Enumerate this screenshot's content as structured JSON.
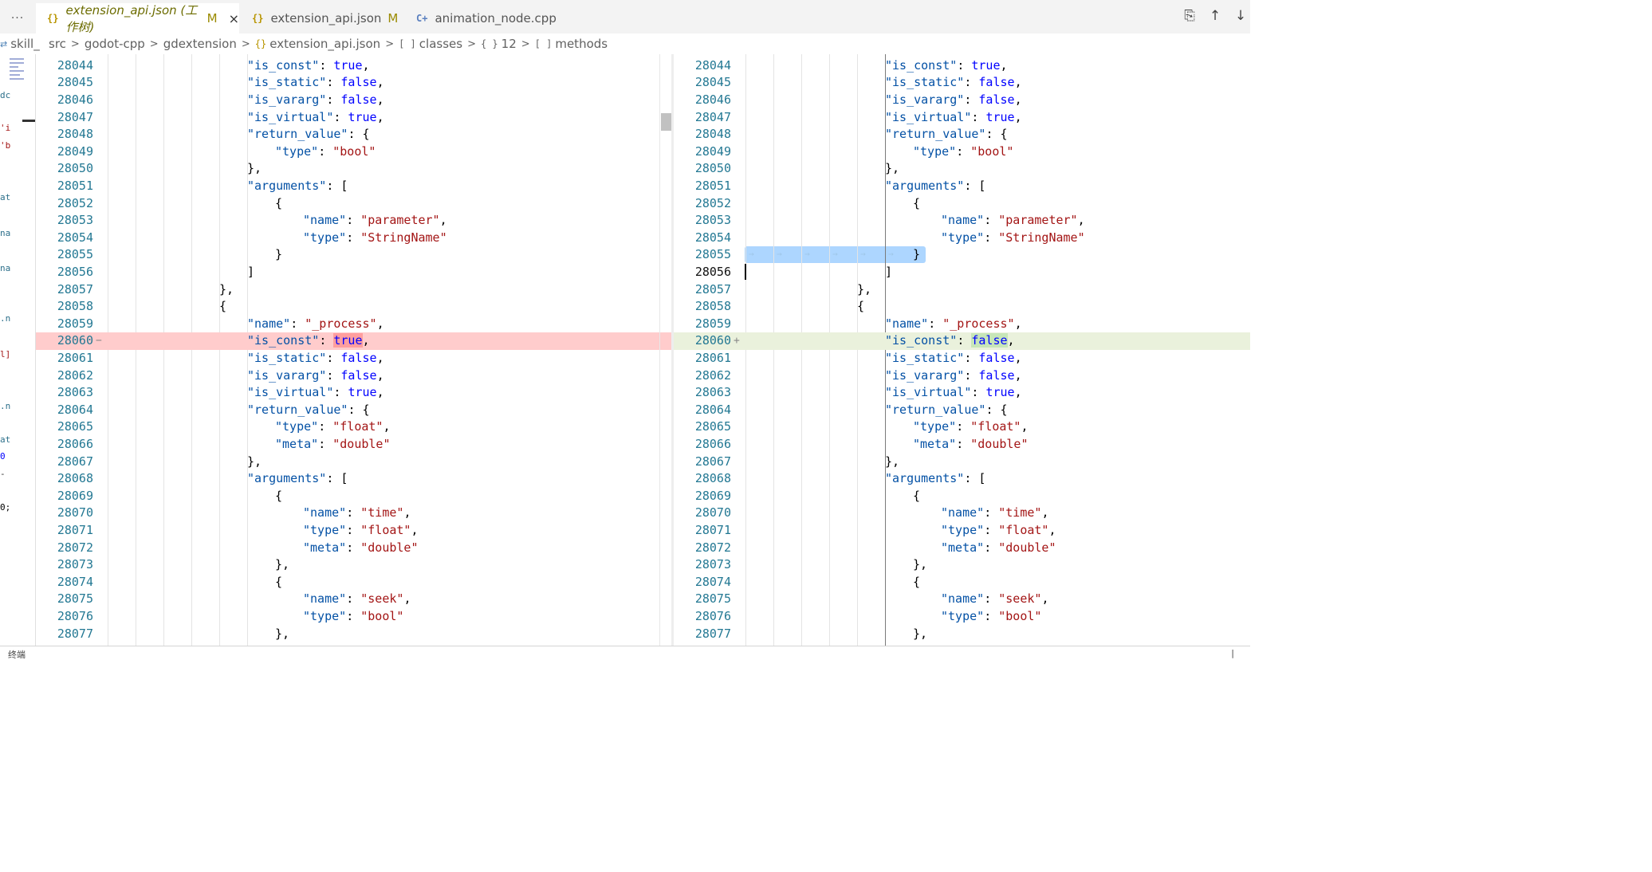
{
  "tabs": [
    {
      "icon": "{}",
      "label": "extension_api.json (工作树)",
      "badge": "M",
      "close": "×",
      "active": true,
      "italic": true
    },
    {
      "icon": "{}",
      "label": "extension_api.json",
      "badge": "M",
      "active": false,
      "italic": false
    },
    {
      "icon": "C+",
      "label": "animation_node.cpp",
      "badge": "",
      "active": false,
      "italic": false
    }
  ],
  "tabbar": {
    "more": "···"
  },
  "actions": {
    "open_file": "⎘",
    "prev_change": "↑",
    "next_change": "↓"
  },
  "breadcrumb": {
    "sidebar_label": "skill_",
    "items": [
      {
        "icon": "",
        "label": "src"
      },
      {
        "icon": "",
        "label": "godot-cpp"
      },
      {
        "icon": "",
        "label": "gdextension"
      },
      {
        "icon": "{}",
        "label": "extension_api.json"
      },
      {
        "icon": "[ ]",
        "label": "classes"
      },
      {
        "icon": "{ }",
        "label": "12"
      },
      {
        "icon": "[ ]",
        "label": "methods"
      }
    ]
  },
  "left_strip_fragments": [
    "dc",
    "'i",
    "'b",
    "at",
    "na",
    "na",
    ".n",
    "l]",
    ".n",
    "at",
    "0",
    "-",
    "0;"
  ],
  "revert_arrow": "→",
  "statusbar": {
    "left": "终端",
    "right": "|"
  },
  "lines": [
    {
      "n": "28044",
      "ind": 5,
      "t": [
        [
          "k",
          "\"is_const\""
        ],
        [
          "p",
          ": "
        ],
        [
          "b",
          "true"
        ],
        [
          "p",
          ","
        ]
      ]
    },
    {
      "n": "28045",
      "ind": 5,
      "t": [
        [
          "k",
          "\"is_static\""
        ],
        [
          "p",
          ": "
        ],
        [
          "b",
          "false"
        ],
        [
          "p",
          ","
        ]
      ]
    },
    {
      "n": "28046",
      "ind": 5,
      "t": [
        [
          "k",
          "\"is_vararg\""
        ],
        [
          "p",
          ": "
        ],
        [
          "b",
          "false"
        ],
        [
          "p",
          ","
        ]
      ]
    },
    {
      "n": "28047",
      "ind": 5,
      "t": [
        [
          "k",
          "\"is_virtual\""
        ],
        [
          "p",
          ": "
        ],
        [
          "b",
          "true"
        ],
        [
          "p",
          ","
        ]
      ]
    },
    {
      "n": "28048",
      "ind": 5,
      "t": [
        [
          "k",
          "\"return_value\""
        ],
        [
          "p",
          ": {"
        ]
      ]
    },
    {
      "n": "28049",
      "ind": 6,
      "t": [
        [
          "k",
          "\"type\""
        ],
        [
          "p",
          ": "
        ],
        [
          "s",
          "\"bool\""
        ]
      ]
    },
    {
      "n": "28050",
      "ind": 5,
      "t": [
        [
          "p",
          "},"
        ]
      ]
    },
    {
      "n": "28051",
      "ind": 5,
      "t": [
        [
          "k",
          "\"arguments\""
        ],
        [
          "p",
          ": ["
        ]
      ]
    },
    {
      "n": "28052",
      "ind": 6,
      "t": [
        [
          "p",
          "{"
        ]
      ]
    },
    {
      "n": "28053",
      "ind": 7,
      "t": [
        [
          "k",
          "\"name\""
        ],
        [
          "p",
          ": "
        ],
        [
          "s",
          "\"parameter\""
        ],
        [
          "p",
          ","
        ]
      ]
    },
    {
      "n": "28054",
      "ind": 7,
      "t": [
        [
          "k",
          "\"type\""
        ],
        [
          "p",
          ": "
        ],
        [
          "s",
          "\"StringName\""
        ]
      ]
    },
    {
      "n": "28055",
      "ind": 6,
      "t": [
        [
          "p",
          "}"
        ]
      ]
    },
    {
      "n": "28056",
      "ind": 5,
      "t": [
        [
          "p",
          "]"
        ]
      ]
    },
    {
      "n": "28057",
      "ind": 4,
      "t": [
        [
          "p",
          "},"
        ]
      ]
    },
    {
      "n": "28058",
      "ind": 4,
      "t": [
        [
          "p",
          "{"
        ]
      ]
    },
    {
      "n": "28059",
      "ind": 5,
      "t": [
        [
          "k",
          "\"name\""
        ],
        [
          "p",
          ": "
        ],
        [
          "s",
          "\"_process\""
        ],
        [
          "p",
          ","
        ]
      ]
    },
    {
      "n": "28060",
      "ind": 5,
      "t": [
        [
          "k",
          "\"is_const\""
        ],
        [
          "p",
          ": "
        ],
        [
          "b",
          "true"
        ],
        [
          "p",
          ","
        ]
      ],
      "rt": [
        [
          "k",
          "\"is_const\""
        ],
        [
          "p",
          ": "
        ],
        [
          "b",
          "false"
        ],
        [
          "p",
          ","
        ]
      ],
      "diff": true
    },
    {
      "n": "28061",
      "ind": 5,
      "t": [
        [
          "k",
          "\"is_static\""
        ],
        [
          "p",
          ": "
        ],
        [
          "b",
          "false"
        ],
        [
          "p",
          ","
        ]
      ]
    },
    {
      "n": "28062",
      "ind": 5,
      "t": [
        [
          "k",
          "\"is_vararg\""
        ],
        [
          "p",
          ": "
        ],
        [
          "b",
          "false"
        ],
        [
          "p",
          ","
        ]
      ]
    },
    {
      "n": "28063",
      "ind": 5,
      "t": [
        [
          "k",
          "\"is_virtual\""
        ],
        [
          "p",
          ": "
        ],
        [
          "b",
          "true"
        ],
        [
          "p",
          ","
        ]
      ]
    },
    {
      "n": "28064",
      "ind": 5,
      "t": [
        [
          "k",
          "\"return_value\""
        ],
        [
          "p",
          ": {"
        ]
      ]
    },
    {
      "n": "28065",
      "ind": 6,
      "t": [
        [
          "k",
          "\"type\""
        ],
        [
          "p",
          ": "
        ],
        [
          "s",
          "\"float\""
        ],
        [
          "p",
          ","
        ]
      ]
    },
    {
      "n": "28066",
      "ind": 6,
      "t": [
        [
          "k",
          "\"meta\""
        ],
        [
          "p",
          ": "
        ],
        [
          "s",
          "\"double\""
        ]
      ]
    },
    {
      "n": "28067",
      "ind": 5,
      "t": [
        [
          "p",
          "},"
        ]
      ]
    },
    {
      "n": "28068",
      "ind": 5,
      "t": [
        [
          "k",
          "\"arguments\""
        ],
        [
          "p",
          ": ["
        ]
      ]
    },
    {
      "n": "28069",
      "ind": 6,
      "t": [
        [
          "p",
          "{"
        ]
      ]
    },
    {
      "n": "28070",
      "ind": 7,
      "t": [
        [
          "k",
          "\"name\""
        ],
        [
          "p",
          ": "
        ],
        [
          "s",
          "\"time\""
        ],
        [
          "p",
          ","
        ]
      ]
    },
    {
      "n": "28071",
      "ind": 7,
      "t": [
        [
          "k",
          "\"type\""
        ],
        [
          "p",
          ": "
        ],
        [
          "s",
          "\"float\""
        ],
        [
          "p",
          ","
        ]
      ]
    },
    {
      "n": "28072",
      "ind": 7,
      "t": [
        [
          "k",
          "\"meta\""
        ],
        [
          "p",
          ": "
        ],
        [
          "s",
          "\"double\""
        ]
      ]
    },
    {
      "n": "28073",
      "ind": 6,
      "t": [
        [
          "p",
          "},"
        ]
      ]
    },
    {
      "n": "28074",
      "ind": 6,
      "t": [
        [
          "p",
          "{"
        ]
      ]
    },
    {
      "n": "28075",
      "ind": 7,
      "t": [
        [
          "k",
          "\"name\""
        ],
        [
          "p",
          ": "
        ],
        [
          "s",
          "\"seek\""
        ],
        [
          "p",
          ","
        ]
      ]
    },
    {
      "n": "28076",
      "ind": 7,
      "t": [
        [
          "k",
          "\"type\""
        ],
        [
          "p",
          ": "
        ],
        [
          "s",
          "\"bool\""
        ]
      ]
    },
    {
      "n": "28077",
      "ind": 6,
      "t": [
        [
          "p",
          "},"
        ]
      ]
    }
  ],
  "diff": {
    "removed_marker": "−",
    "added_marker": "+",
    "current_line_right": "28056"
  },
  "colors": {
    "removed_line": "#ffcccc",
    "added_line": "#eaf1dc",
    "line_number": "#237893",
    "json_key": "#0451a5",
    "json_string": "#a31515",
    "json_literal": "#0000ff"
  }
}
